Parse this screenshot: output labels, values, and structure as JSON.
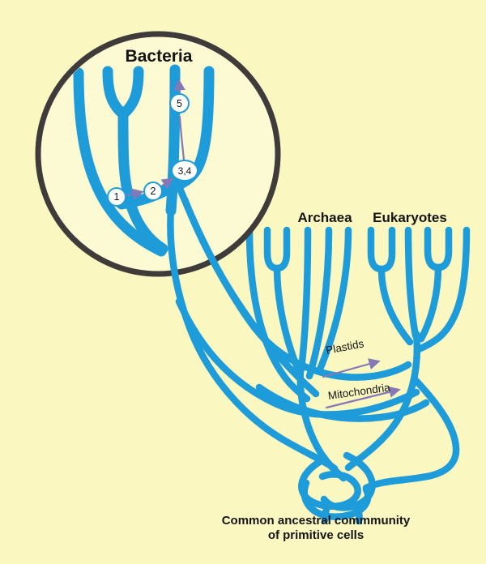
{
  "colors": {
    "background": "#FAF7C0",
    "tree_blue": "#1E9CD9",
    "lens_fill": "#FCFAD2",
    "lens_border": "#3F3B3A",
    "arrow_purple": "#8478B8",
    "text": "#141414"
  },
  "lens": {
    "title": "Bacteria",
    "markers": [
      {
        "label": "1"
      },
      {
        "label": "2"
      },
      {
        "label": "3,4"
      },
      {
        "label": "5"
      }
    ]
  },
  "domains": {
    "archaea": "Archaea",
    "eukaryotes": "Eukaryotes"
  },
  "annotations": {
    "plastids": "Plastids",
    "mitochondria": "Mitochondria"
  },
  "caption": {
    "line1": "Common ancestral commmunity",
    "line2": "of primitive cells"
  }
}
